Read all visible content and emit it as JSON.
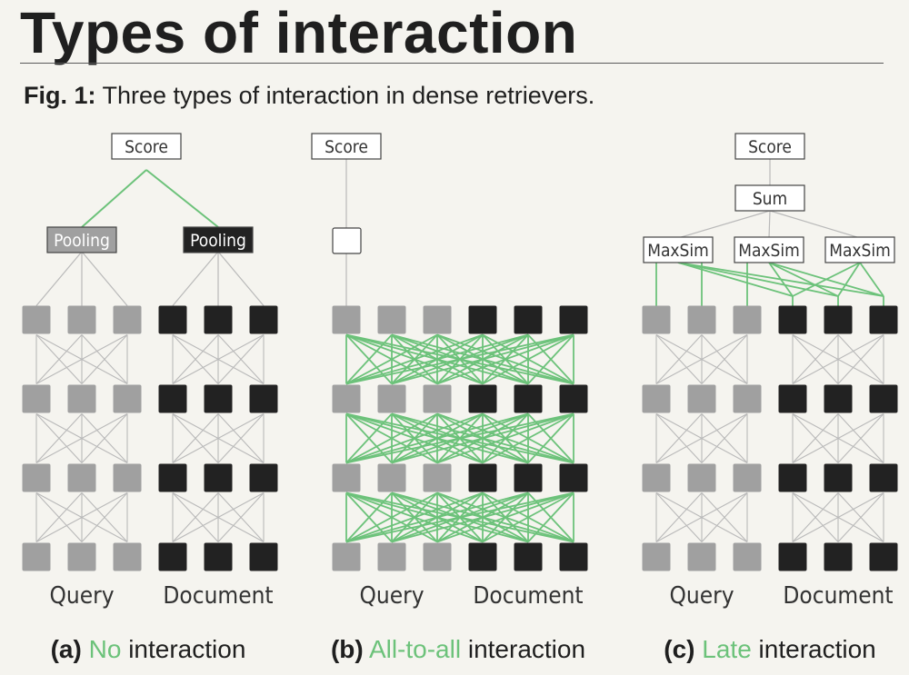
{
  "page_title": "Types of interaction",
  "figure": {
    "label": "Fig. 1:",
    "caption": "Three types of interaction in dense retrievers."
  },
  "colors": {
    "background": "#f5f4ef",
    "query_token": "#a0a0a0",
    "document_token": "#222222",
    "interaction_edge": "#6cc27a",
    "plain_edge": "#b9b9b9",
    "label_box_border": "#444444"
  },
  "panels": [
    {
      "id": "a",
      "type": "no-interaction",
      "score_label": "Score",
      "pooling_labels": [
        "Pooling",
        "Pooling"
      ],
      "query_label": "Query",
      "document_label": "Document",
      "caption_prefix": "(a)",
      "caption_highlight": "No",
      "caption_suffix": " interaction"
    },
    {
      "id": "b",
      "type": "all-to-all",
      "score_label": "Score",
      "query_label": "Query",
      "document_label": "Document",
      "caption_prefix": "(b)",
      "caption_highlight": "All-to-all",
      "caption_suffix": " interaction"
    },
    {
      "id": "c",
      "type": "late",
      "score_label": "Score",
      "sum_label": "Sum",
      "maxsim_labels": [
        "MaxSim",
        "MaxSim",
        "MaxSim"
      ],
      "query_label": "Query",
      "document_label": "Document",
      "caption_prefix": "(c)",
      "caption_highlight": "Late",
      "caption_suffix": " interaction"
    }
  ]
}
